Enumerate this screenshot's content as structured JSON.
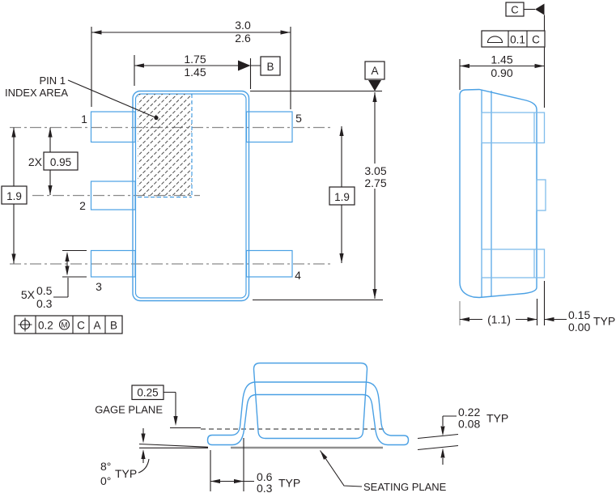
{
  "title": "SOT-23 package outline mechanical drawing",
  "colors": {
    "package_outline": "#4AA0E4",
    "package_outline_light": "#7FBCEC",
    "dimension_lines": "#231F20",
    "centerlines": "#8a8a8a"
  },
  "main_view": {
    "pin1_label_line1": "PIN 1",
    "pin1_label_line2": "INDEX AREA",
    "pin_numbers": {
      "p1": "1",
      "p2": "2",
      "p3": "3",
      "p4": "4",
      "p5": "5"
    },
    "dim_overall_width": {
      "max": "3.0",
      "min": "2.6"
    },
    "dim_body_width": {
      "max": "1.75",
      "min": "1.45"
    },
    "dim_overall_length": {
      "max": "3.05",
      "min": "2.75"
    },
    "dim_pitch": {
      "qty": "2X",
      "value": "0.95"
    },
    "dim_span_left": "1.9",
    "dim_span_right": "1.9",
    "dim_lead_width": {
      "qty": "5X",
      "max": "0.5",
      "min": "0.3"
    },
    "datum_a": "A",
    "datum_b": "B",
    "fcf_position": {
      "tolerance": "0.2",
      "modifier": "M",
      "datum_1": "C",
      "datum_2": "A",
      "datum_3": "B"
    }
  },
  "side_view": {
    "datum_c": "C",
    "fcf_profile": {
      "tolerance": "0.1",
      "datum": "C"
    },
    "dim_width": {
      "max": "1.45",
      "min": "0.90"
    },
    "dim_body_ref": "(1.1)",
    "dim_standoff": {
      "max": "0.15",
      "min": "0.00",
      "suffix": "TYP"
    }
  },
  "profile_view": {
    "dim_gage": "0.25",
    "gage_plane_label": "GAGE PLANE",
    "dim_angle": {
      "max": "8°",
      "min": "0°",
      "suffix": "TYP"
    },
    "dim_foot_length": {
      "max": "0.6",
      "min": "0.3",
      "suffix": "TYP"
    },
    "dim_lead_thickness": {
      "max": "0.22",
      "min": "0.08",
      "suffix": "TYP"
    },
    "seating_plane_label": "SEATING PLANE"
  }
}
